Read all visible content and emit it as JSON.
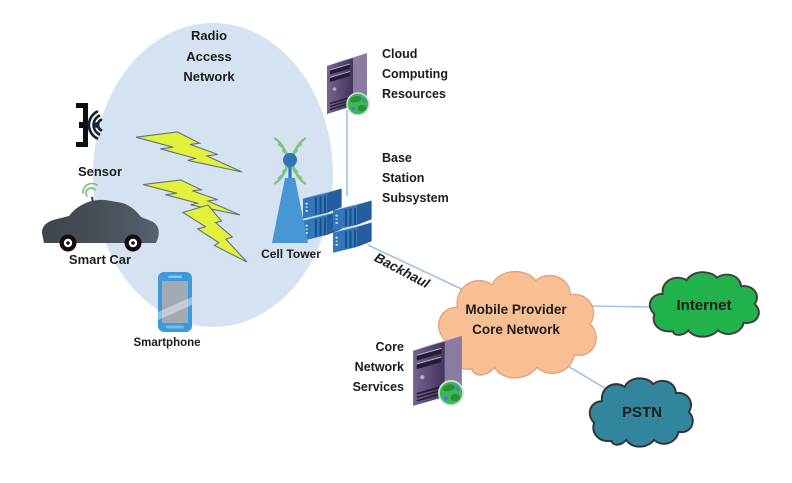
{
  "diagram": {
    "type": "network-architecture",
    "labels": {
      "radio_access_network": "Radio\nAccess\nNetwork",
      "sensor": "Sensor",
      "smart_car": "Smart Car",
      "smartphone": "Smartphone",
      "cell_tower": "Cell Tower",
      "cloud_computing_resources": "Cloud\nComputing\nResources",
      "base_station_subsystem": "Base\nStation\nSubsystem",
      "backhaul": "Backhaul",
      "core_network_services": "Core\nNetwork\nServices",
      "mobile_provider_core_network": "Mobile Provider\nCore Network",
      "internet": "Internet",
      "pstn": "PSTN"
    },
    "connections": [
      {
        "from": "cloud-computing-server",
        "to": "base-station-subsystem",
        "label": ""
      },
      {
        "from": "base-station-subsystem",
        "to": "mobile-provider-core-network",
        "label": "Backhaul"
      },
      {
        "from": "mobile-provider-core-network",
        "to": "internet",
        "label": ""
      },
      {
        "from": "mobile-provider-core-network",
        "to": "pstn",
        "label": ""
      }
    ],
    "colors": {
      "ran_ellipse": "#d5e2f2",
      "lightning_fill": "#e2f13c",
      "lightning_stroke": "#5f7180",
      "cell_tower_blue": "#4697d4",
      "signal_green": "#7cc47f",
      "server_purple": "#594a73",
      "rack_blue": "#3277bb",
      "connector_blue": "#9dc3e6",
      "mobile_provider_cloud": "#f8bf95",
      "internet_cloud": "#21b24b",
      "pstn_cloud": "#31859c",
      "label_text": "#1c1c1c"
    },
    "icons": {
      "sensor-icon": "bracket emitting radio waves",
      "smart-car-icon": "car silhouette with antenna signal",
      "smartphone-icon": "mobile phone",
      "cell-tower-icon": "antenna tower with green signal arcs",
      "lightning-bolt-icon": "zigzag wireless link bolt",
      "base-station-icon": "stacked blue rack servers",
      "server-tower-icon": "purple tower server",
      "globe-icon": "green world globe",
      "cloud-icon": "cloud outline"
    }
  }
}
